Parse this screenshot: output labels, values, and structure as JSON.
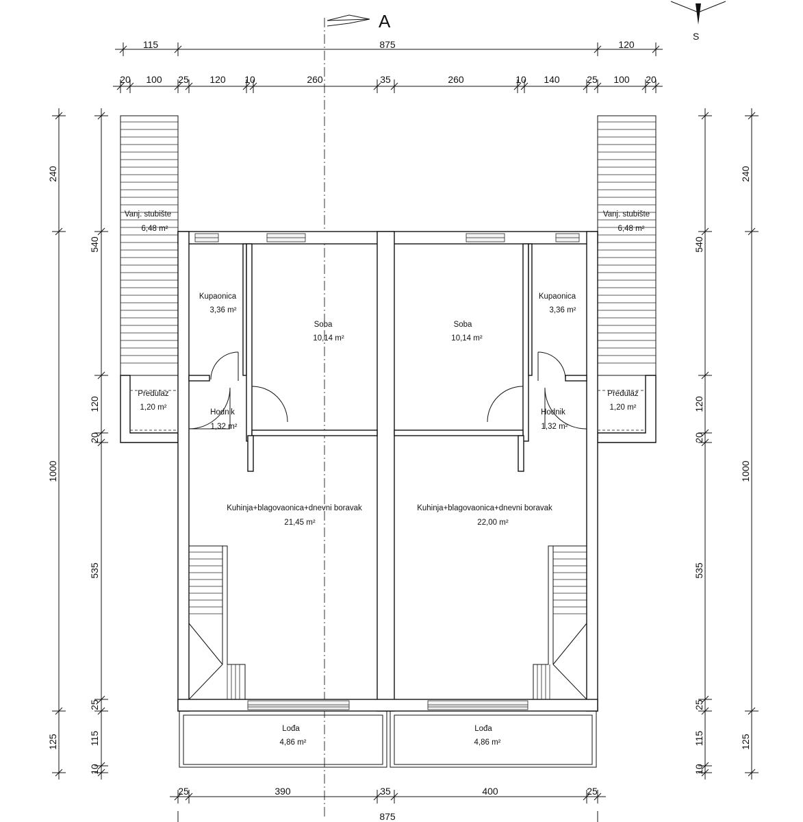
{
  "section_marker": "A",
  "compass": {
    "south_label": "S"
  },
  "dimensions": {
    "top_overall": [
      "115",
      "875",
      "120"
    ],
    "top_detail": [
      "20",
      "100",
      "25",
      "120",
      "10",
      "260",
      "35",
      "260",
      "10",
      "140",
      "25",
      "100",
      "20"
    ],
    "bottom_detail": [
      "25",
      "390",
      "35",
      "400",
      "25"
    ],
    "bottom_overall": "875",
    "left_outer": [
      "240",
      "1000",
      "125"
    ],
    "left_inner": [
      "540",
      "120",
      "20",
      "535",
      "25",
      "115",
      "10"
    ],
    "right_outer": [
      "240",
      "1000",
      "125"
    ],
    "right_inner": [
      "540",
      "120",
      "20",
      "535",
      "25",
      "115",
      "10"
    ]
  },
  "rooms": [
    {
      "name": "Vanj. stubište",
      "area": "6,48 m²"
    },
    {
      "name": "Kupaonica",
      "area": "3,36 m²"
    },
    {
      "name": "Soba",
      "area": "10,14 m²"
    },
    {
      "name": "Predulaz",
      "area": "1,20 m²"
    },
    {
      "name": "Hodnik",
      "area": "1,32 m²"
    },
    {
      "name": "Kuhinja+blagovaonica+dnevni boravak",
      "area": "21,45 m²"
    },
    {
      "name": "Lođa",
      "area": "4,86 m²"
    },
    {
      "name": "Vanj. stubište",
      "area": "6,48 m²"
    },
    {
      "name": "Kupaonica",
      "area": "3,36 m²"
    },
    {
      "name": "Soba",
      "area": "10,14 m²"
    },
    {
      "name": "Predulaz",
      "area": "1,20 m²"
    },
    {
      "name": "Hodnik",
      "area": "1,32 m²"
    },
    {
      "name": "Kuhinja+blagovaonica+dnevni boravak",
      "area": "22,00 m²"
    },
    {
      "name": "Lođa",
      "area": "4,86 m²"
    }
  ]
}
